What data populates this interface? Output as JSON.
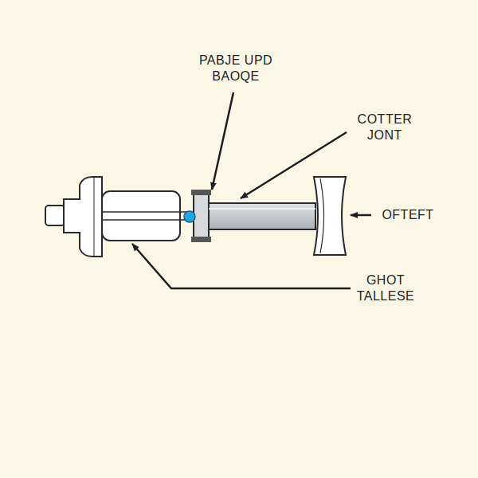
{
  "diagram": {
    "labels": [
      "PABJE UPD BAOQE",
      "COTTER JONT",
      "OFTEFT",
      "GHOT TALLESE"
    ]
  }
}
